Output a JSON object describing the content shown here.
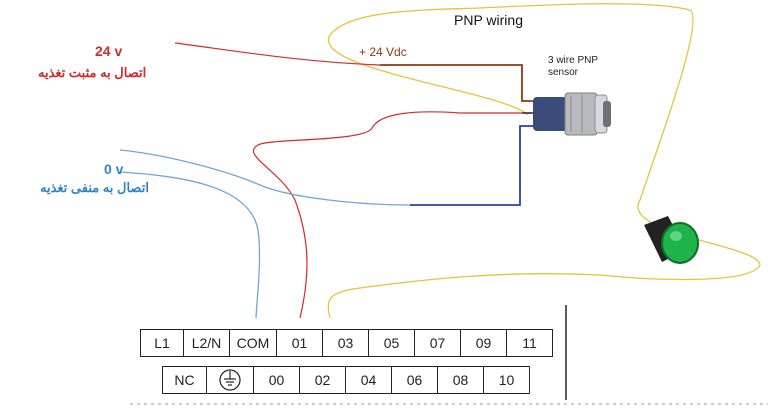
{
  "title": "PNP wiring",
  "supply_label": "+ 24 Vdc",
  "sensor_label": [
    "3 wire PNP",
    "sensor"
  ],
  "positive": {
    "voltage": "24 v",
    "caption": "اتصال به مثبت تغذیه"
  },
  "negative": {
    "voltage": "0 v",
    "caption": "اتصال به منفی تغذیه"
  },
  "terminals_top": [
    "L1",
    "L2/N",
    "COM",
    "01",
    "03",
    "05",
    "07",
    "09",
    "11"
  ],
  "terminals_bottom": [
    "NC",
    "",
    "00",
    "02",
    "04",
    "06",
    "08",
    "10"
  ],
  "icons": {
    "ground": "ground-icon",
    "sensor": "proximity-sensor-icon",
    "indicator": "green-lamp-icon"
  },
  "colors": {
    "positive_wire": "#d42a2a",
    "negative_wire": "#6fa7d4",
    "sensor_brown": "#8a3a16",
    "sensor_blue": "#2a3fa3",
    "load_wire": "#e8c23a",
    "lamp": "#1fb34a"
  }
}
